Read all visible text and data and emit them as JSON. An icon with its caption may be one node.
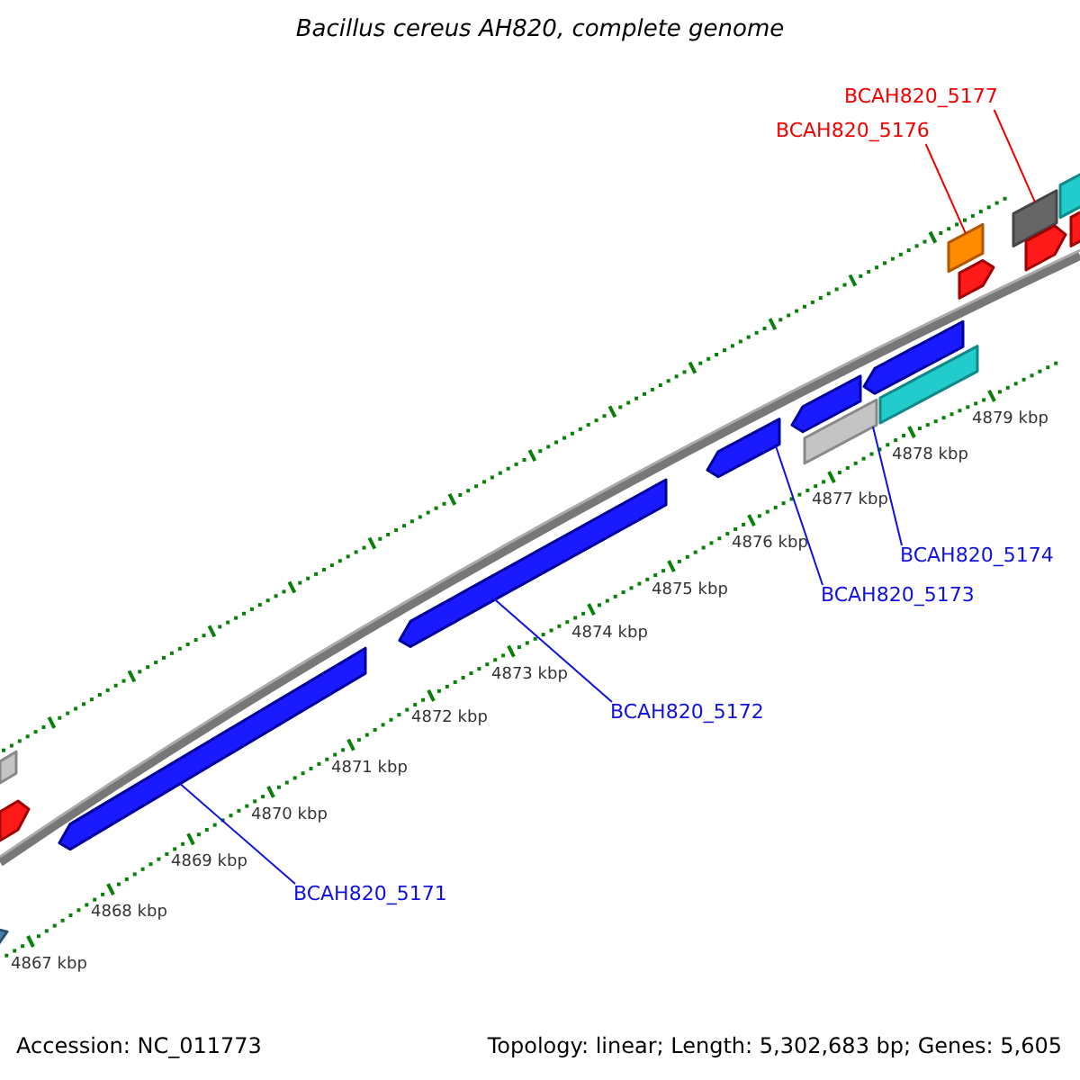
{
  "diagram": {
    "title": "Bacillus cereus AH820, complete genome",
    "nodes": [
      {
        "text": [
          "BCAH820_5177"
        ]
      },
      {
        "text": [
          "BCAH820_5176"
        ]
      },
      {
        "text": [
          "BCAH820_5174"
        ]
      },
      {
        "text": [
          "BCAH820_5173"
        ]
      },
      {
        "text": [
          "BCAH820_5172"
        ]
      },
      {
        "text": [
          "BCAH820_5171"
        ]
      },
      {
        "text": [],
        "shape": "bar"
      },
      {
        "text": [],
        "shape": "bar"
      },
      {
        "text": [],
        "shape": "bar"
      },
      {
        "text": [],
        "shape": "bar"
      },
      {
        "text": [],
        "shape": "bar"
      },
      {
        "text": [],
        "shape": "bar"
      },
      {
        "text": [],
        "shape": "bar"
      },
      {
        "text": [],
        "shape": "bar"
      },
      {
        "text": [],
        "shape": "bar"
      },
      {
        "text": [],
        "shape": "bar"
      },
      {
        "text": [],
        "shape": "bar"
      },
      {
        "text": [],
        "shape": "bar"
      },
      {
        "text": [],
        "shape": "bar"
      },
      {
        "text": [],
        "shape": "bar"
      },
      {
        "text": [],
        "shape": "bar"
      },
      {
        "text": [],
        "shape": "bar"
      }
    ],
    "edges": [
      {
        "from": 0,
        "to": 6,
        "arrow": "none",
        "color": "#f00000"
      },
      {
        "from": 1,
        "to": 7,
        "arrow": "none",
        "color": "#f00000"
      },
      {
        "from": 2,
        "to": 8,
        "arrow": "none"
      },
      {
        "from": 3,
        "to": 9,
        "arrow": "none"
      },
      {
        "from": 4,
        "to": 10,
        "arrow": "none"
      },
      {
        "from": 5,
        "to": 11,
        "arrow": "none"
      }
    ],
    "labels": [
      "4879 kbp",
      "4878 kbp",
      "4877 kbp",
      "4876 kbp",
      "4875 kbp",
      "4874 kbp",
      "4873 kbp",
      "4872 kbp",
      "4871 kbp",
      "4870 kbp",
      "4869 kbp",
      "4868 kbp",
      "4867 kbp",
      "Accession: NC_011773",
      "Topology: linear; Length: 5,302,683 bp; Genes: 5,605"
    ]
  }
}
